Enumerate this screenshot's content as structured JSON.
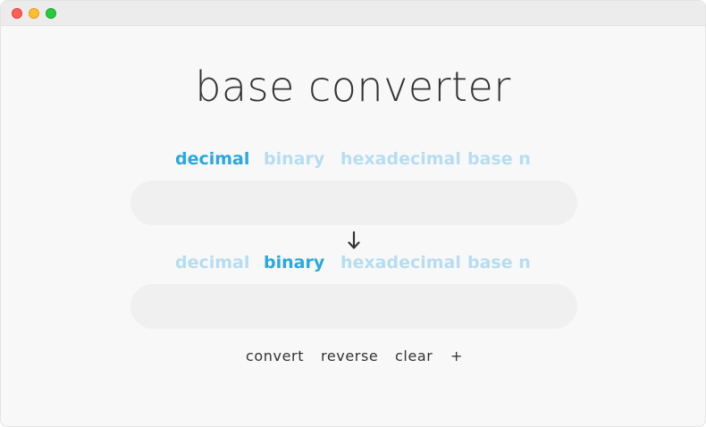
{
  "app": {
    "title": "base converter"
  },
  "from_tabs": [
    {
      "label": "decimal",
      "active": true
    },
    {
      "label": "binary",
      "active": false
    },
    {
      "label": "hexadecimal",
      "active": false
    },
    {
      "label": "base n",
      "active": false
    }
  ],
  "to_tabs": [
    {
      "label": "decimal",
      "active": false
    },
    {
      "label": "binary",
      "active": true
    },
    {
      "label": "hexadecimal",
      "active": false
    },
    {
      "label": "base n",
      "active": false
    }
  ],
  "input": {
    "value": "",
    "placeholder": ""
  },
  "output": {
    "value": "",
    "placeholder": ""
  },
  "direction_icon": "down-arrow-icon",
  "actions": {
    "convert": "convert",
    "reverse": "reverse",
    "clear": "clear",
    "add": "+"
  },
  "colors": {
    "tab_active": "#29a8df",
    "tab_inactive": "#b6ddf2",
    "background": "#f8f8f8",
    "field": "#f0f0f0"
  }
}
